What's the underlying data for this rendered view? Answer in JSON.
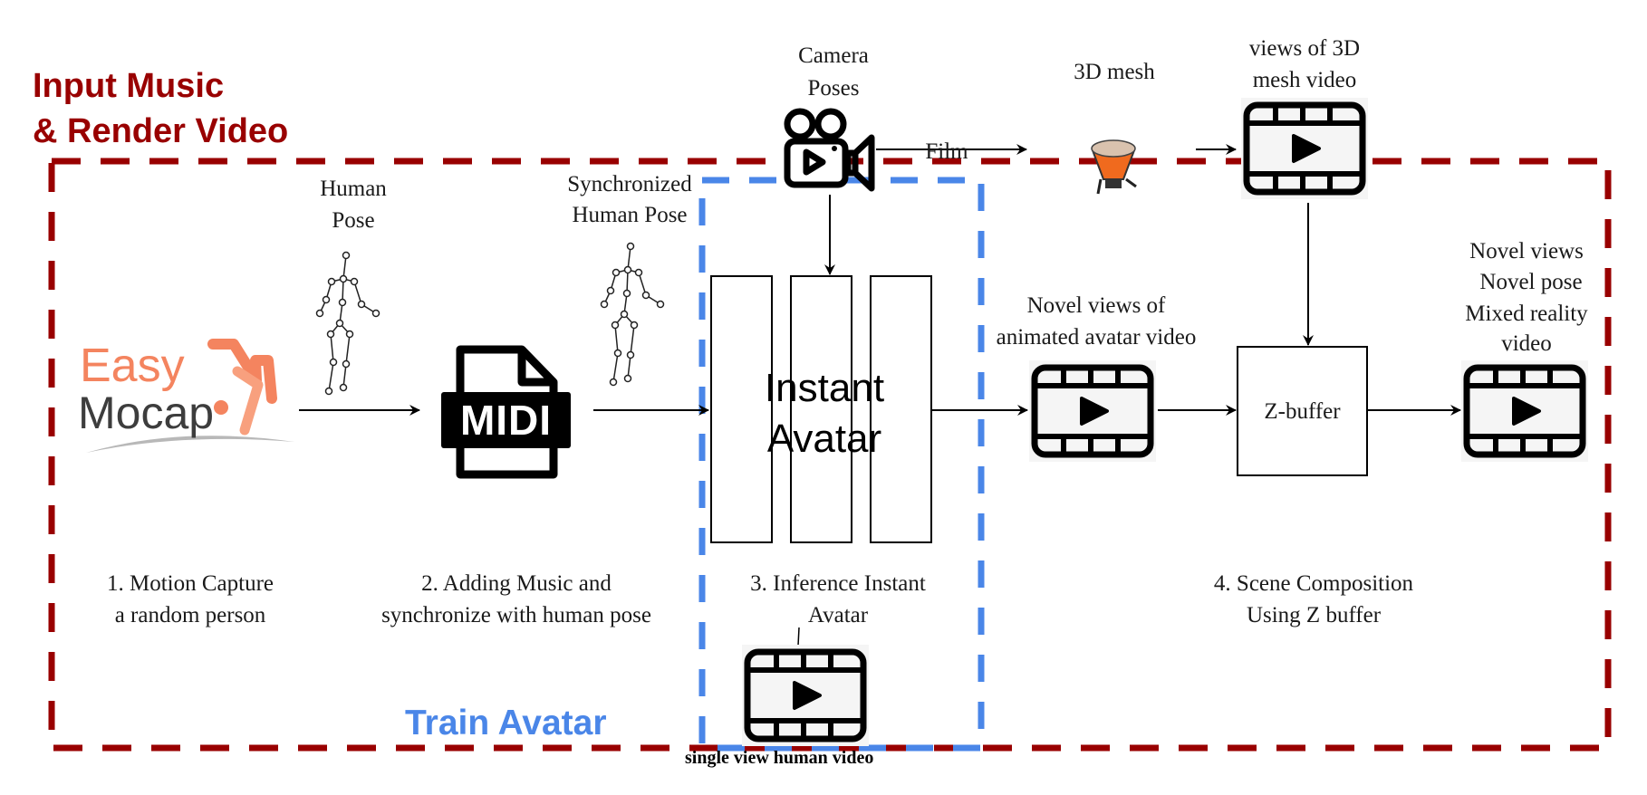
{
  "regions": {
    "render": {
      "label_line1": "Input Music",
      "label_line2": "& Render Video",
      "color": "#990000"
    },
    "train": {
      "label": "Train Avatar",
      "color": "#4a86e8"
    }
  },
  "nodes": {
    "easymocap": {
      "logo_top": "Easy",
      "logo_bottom": "Mocap",
      "logo_accent": "#f4845f",
      "logo_dark": "#3d3d3d"
    },
    "human_pose": {
      "label_line1": "Human",
      "label_line2": "Pose"
    },
    "midi": {
      "label": "MIDI"
    },
    "sync_pose": {
      "label_line1": "Synchronized",
      "label_line2": "Human Pose"
    },
    "instant_avatar": {
      "label_line1": "Instant",
      "label_line2": "Avatar"
    },
    "camera": {
      "label_line1": "Camera",
      "label_line2": "Poses"
    },
    "film_edge": {
      "label": "Film"
    },
    "mesh": {
      "label": "3D mesh"
    },
    "mesh_video": {
      "label_line1": "views of 3D",
      "label_line2": "mesh video"
    },
    "novel_avatar_video": {
      "label_line1": "Novel views of",
      "label_line2": "animated avatar video"
    },
    "zbuffer": {
      "label": "Z-buffer"
    },
    "output_video": {
      "label_line1": "Novel views",
      "label_line2": "Novel pose",
      "label_line3": "Mixed reality",
      "label_line4": "video"
    },
    "single_view_video": {
      "label": "single view human video"
    }
  },
  "steps": {
    "step1": {
      "line1": "1. Motion Capture",
      "line2": "a random person"
    },
    "step2": {
      "line1": "2. Adding Music and",
      "line2": "synchronize with human pose"
    },
    "step3": {
      "line1": "3. Inference Instant",
      "line2": "Avatar"
    },
    "step4": {
      "line1": "4. Scene Composition",
      "line2": "Using Z buffer"
    }
  }
}
